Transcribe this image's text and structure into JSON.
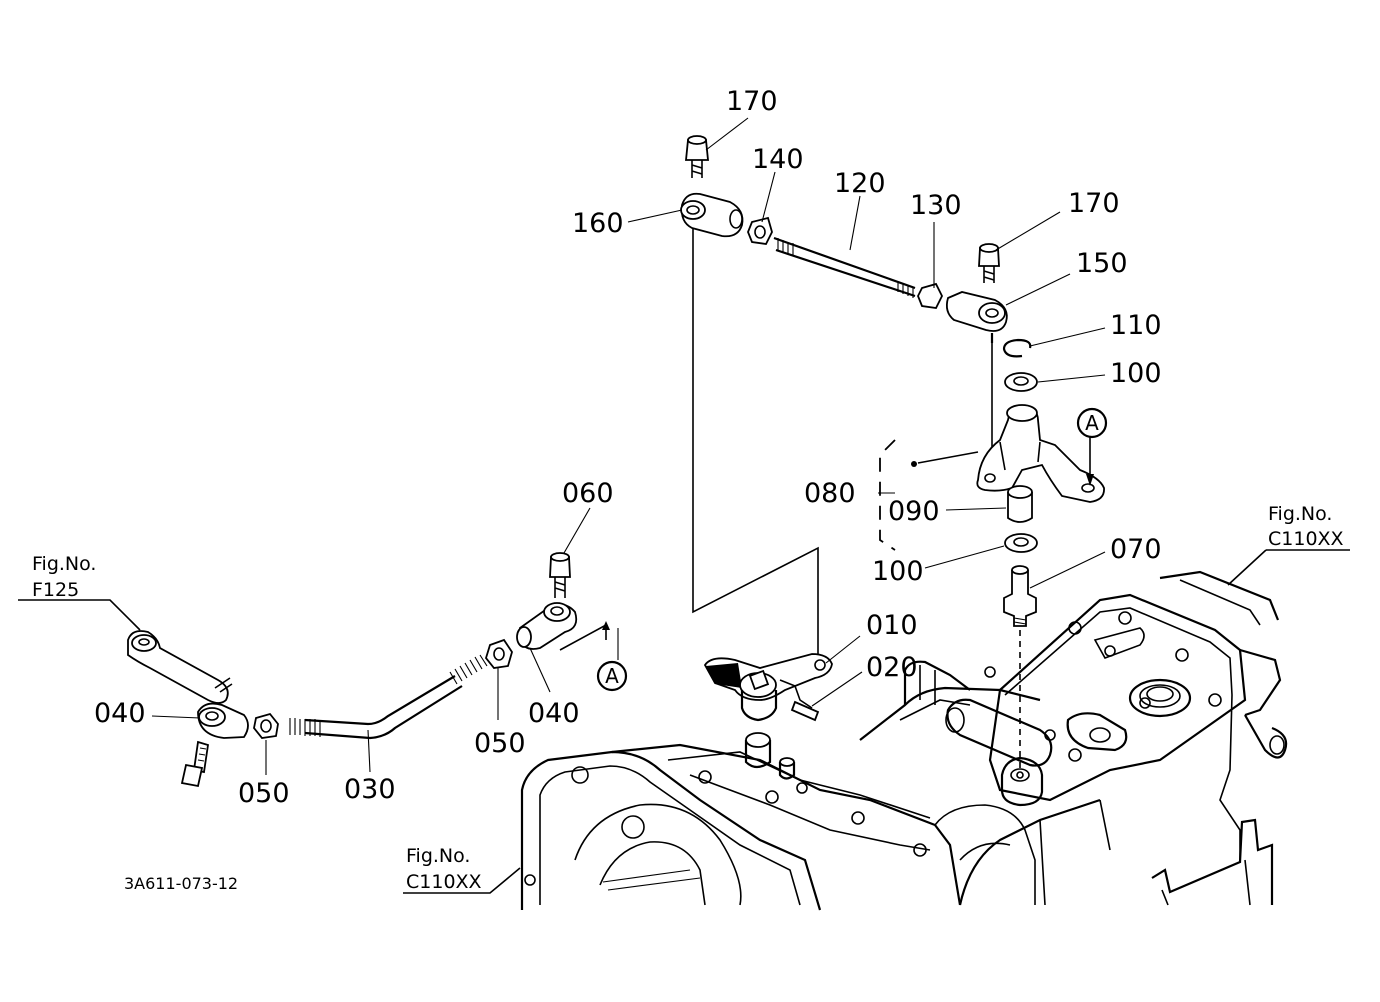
{
  "part_labels": {
    "p170a": "170",
    "p140": "140",
    "p120": "120",
    "p130": "130",
    "p170b": "170",
    "p160": "160",
    "p150": "150",
    "p110": "110",
    "p100a": "100",
    "p080": "080",
    "p090": "090",
    "p100b": "100",
    "p070": "070",
    "p060": "060",
    "p010": "010",
    "p020": "020",
    "p040a": "040",
    "p050a": "050",
    "p040b": "040",
    "p050b": "050",
    "p030": "030"
  },
  "fig_refs": {
    "left_top": "Fig.No.",
    "left_bottom": "F125",
    "right_top": "Fig.No.",
    "right_bottom": "C110XX",
    "center_top": "Fig.No.",
    "center_bottom": "C110XX"
  },
  "markers": {
    "a_upper": "A",
    "a_lower": "A"
  },
  "drawing_code": "3A611-073-12"
}
